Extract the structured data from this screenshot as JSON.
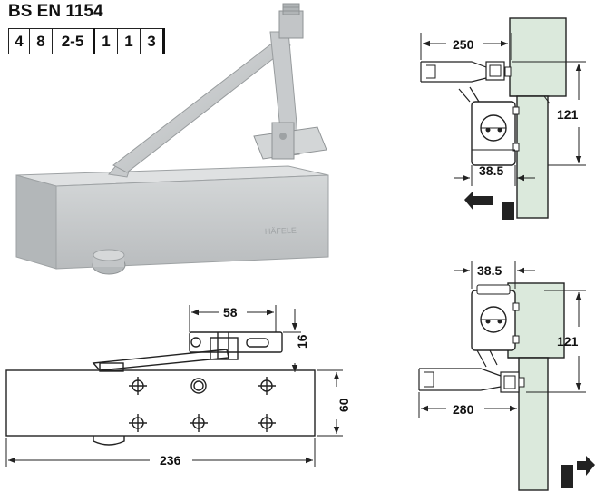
{
  "title": "BS EN 1154",
  "classification": [
    "4",
    "8",
    "2-5",
    "1",
    "1",
    "3"
  ],
  "product_logo": "HÄFELE",
  "dimensions": {
    "arm_length": "58",
    "arm_height": "16",
    "body_height": "60",
    "body_length": "236",
    "top_offset_250": "250",
    "top_depth": "38.5",
    "top_height": "121",
    "bottom_depth": "38.5",
    "bottom_height": "121",
    "bottom_offset_280": "280"
  },
  "colors": {
    "body": "#c9ccce",
    "body_shadow": "#a7abad",
    "door": "#dbe9dc",
    "line": "#222222",
    "arrow": "#222222"
  }
}
